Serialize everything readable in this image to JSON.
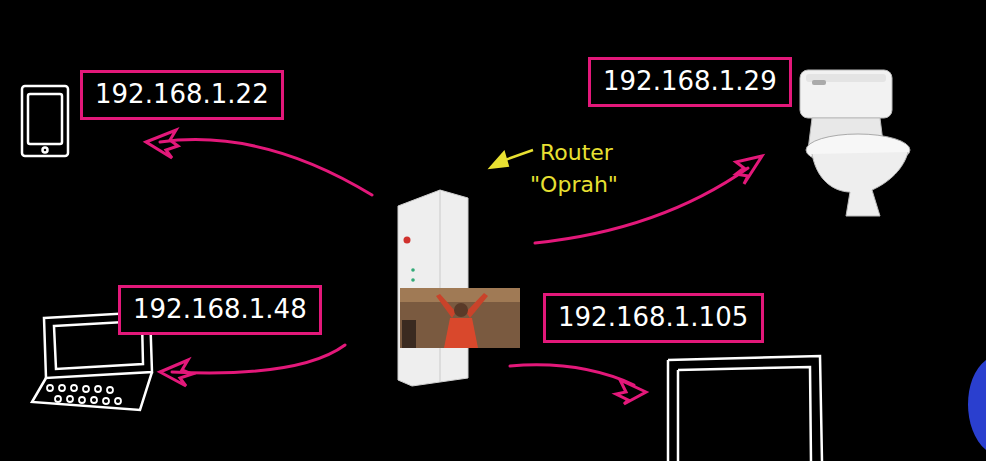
{
  "diagram": {
    "nodes": [
      {
        "text": [
          "192.168.1.22"
        ]
      },
      {
        "text": [
          "192.168.1.29"
        ]
      },
      {
        "text": [
          "192.168.1.48"
        ]
      },
      {
        "text": [
          "192.168.1.105"
        ]
      }
    ],
    "labels": [
      "Router",
      "\"Oprah\""
    ]
  }
}
